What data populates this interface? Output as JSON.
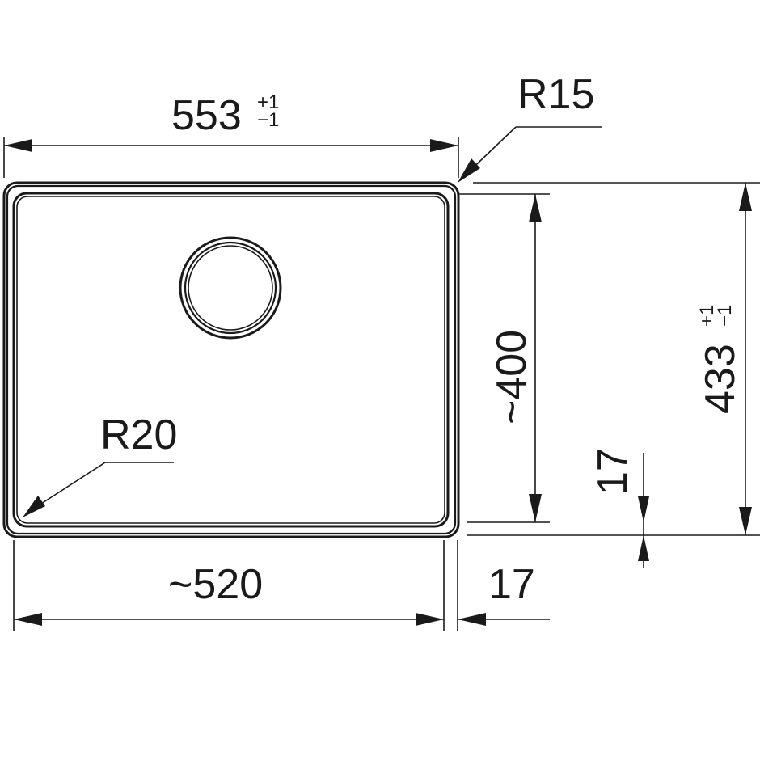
{
  "outer_width": {
    "value": "553",
    "tol_plus": "+1",
    "tol_minus": "−1"
  },
  "corner_radius_outer": "R15",
  "corner_radius_inner": "R20",
  "inner_width": "~520",
  "inner_depth": "~400",
  "outer_depth": {
    "value": "433",
    "tol_plus": "+1",
    "tol_minus": "−1"
  },
  "rim_bottom": "17",
  "rim_side": "17"
}
